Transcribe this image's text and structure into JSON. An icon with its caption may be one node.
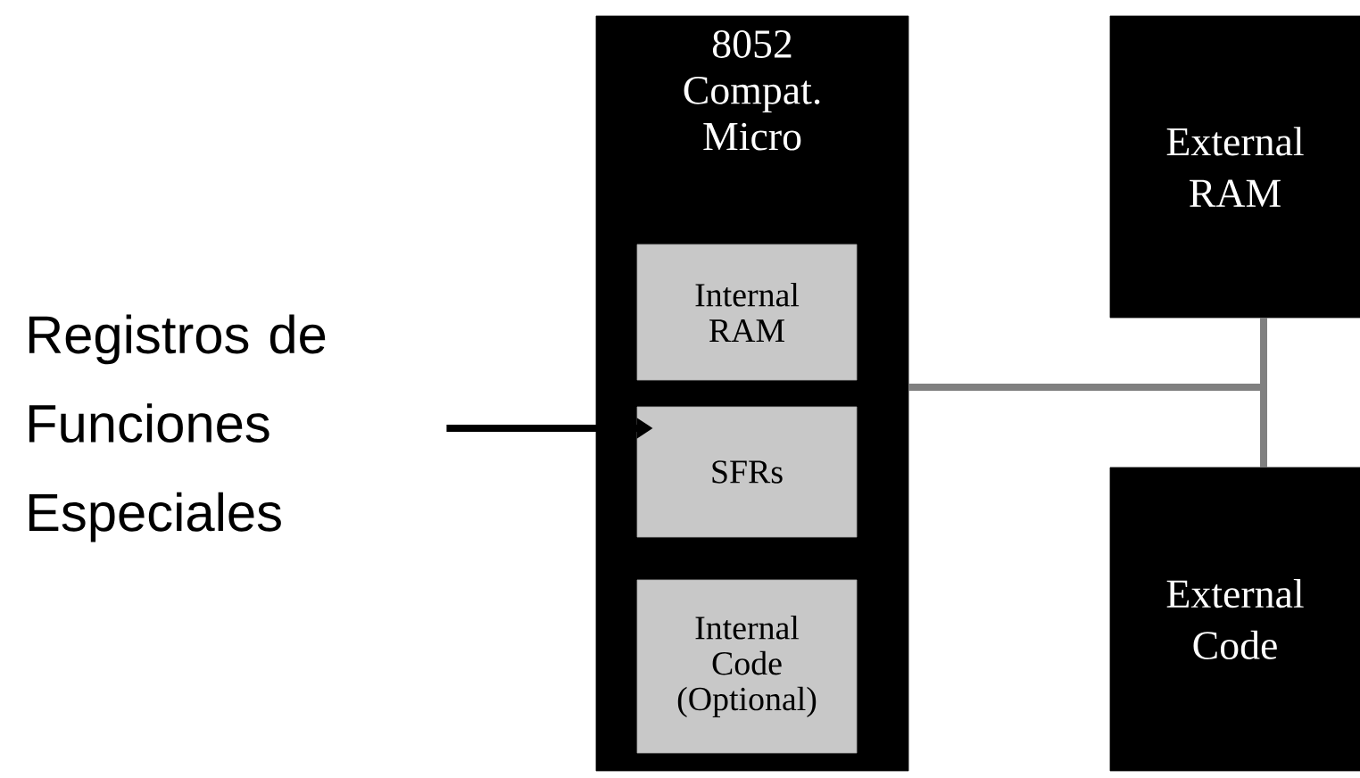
{
  "diagram": {
    "nodes": [
      {
        "text": [
          "8052 Compat. Micro"
        ]
      },
      {
        "text": [
          "Internal RAM"
        ],
        "in": 0
      },
      {
        "text": [
          "SFRs"
        ],
        "in": 0
      },
      {
        "text": [
          "Internal Code (Optional)"
        ],
        "in": 0
      },
      {
        "text": [
          "External RAM"
        ]
      },
      {
        "text": [
          "External Code"
        ]
      },
      {
        "text": [
          "Registros de Funciones Especiales"
        ]
      }
    ],
    "edges": [
      {
        "from": 6,
        "to": 2,
        "arrow": "to",
        "color": "#000000"
      },
      {
        "from": 0,
        "to": 4,
        "arrow": "none",
        "color": "#808080"
      },
      {
        "from": 0,
        "to": 5,
        "arrow": "none",
        "color": "#808080"
      }
    ]
  }
}
